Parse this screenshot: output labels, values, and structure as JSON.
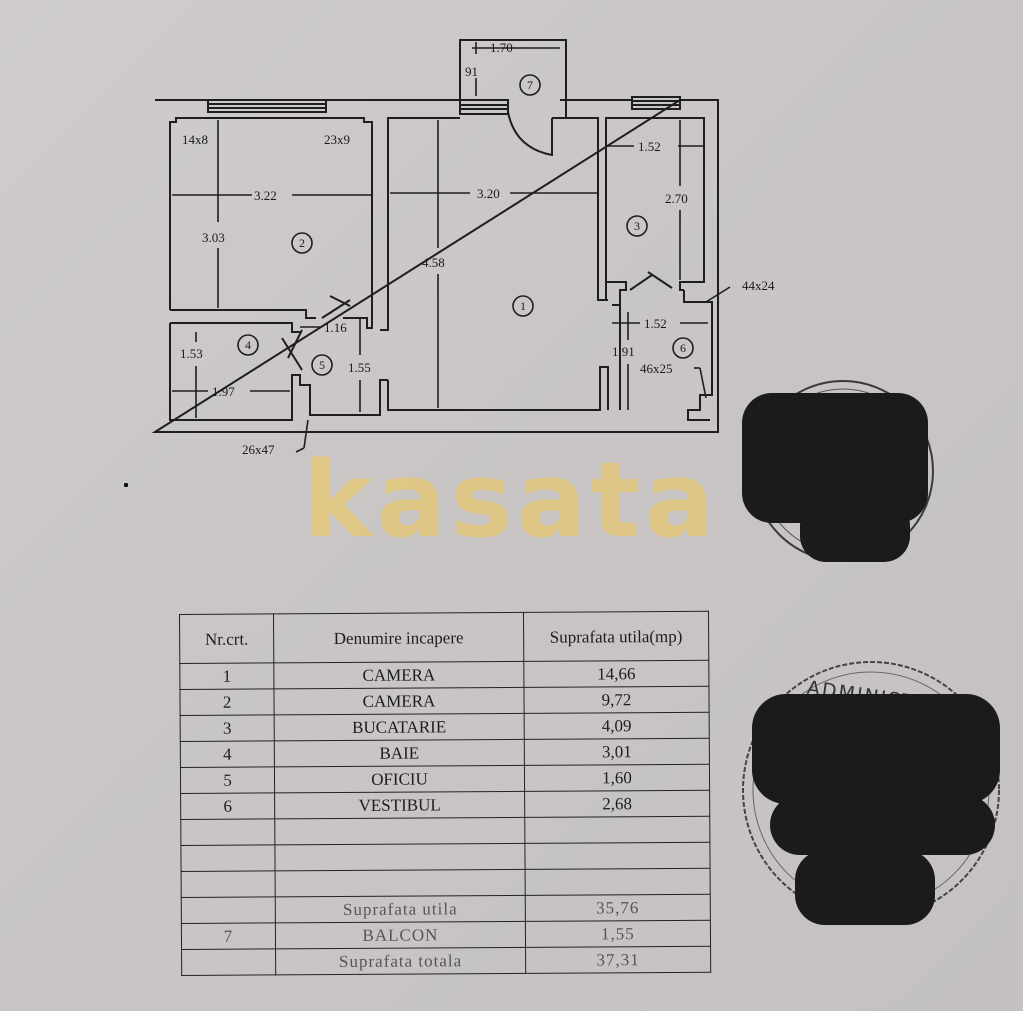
{
  "floor_plan": {
    "rooms": [
      {
        "id": "1",
        "label": "1"
      },
      {
        "id": "2",
        "label": "2"
      },
      {
        "id": "3",
        "label": "3"
      },
      {
        "id": "4",
        "label": "4"
      },
      {
        "id": "5",
        "label": "5"
      },
      {
        "id": "6",
        "label": "6"
      },
      {
        "id": "7",
        "label": "7"
      }
    ],
    "dimensions": {
      "balcony_width": "1.70",
      "balcony_depth": "91",
      "room2_width": "3.22",
      "room2_height": "3.03",
      "room1_width": "3.20",
      "room1_height": "4.58",
      "room3_width": "1.52",
      "room3_height": "2.70",
      "room4_height": "1.53",
      "room4_width": "1.97",
      "room5_width": "1.16",
      "room5_height": "1.55",
      "room6_width": "1.52",
      "room6_height": "1.91",
      "pillar_tl": "14x8",
      "pillar_tr": "23x9",
      "duct_a": "44x24",
      "duct_b": "46x25",
      "duct_c": "26x47"
    }
  },
  "watermark": "kasata",
  "stamp_text": "ADMINISTRA",
  "table": {
    "headers": [
      "Nr.crt.",
      "Denumire incapere",
      "Suprafata utila(mp)"
    ],
    "rows": [
      {
        "nr": "1",
        "name": "CAMERA",
        "area": "14,66"
      },
      {
        "nr": "2",
        "name": "CAMERA",
        "area": "9,72"
      },
      {
        "nr": "3",
        "name": "BUCATARIE",
        "area": "4,09"
      },
      {
        "nr": "4",
        "name": "BAIE",
        "area": "3,01"
      },
      {
        "nr": "5",
        "name": "OFICIU",
        "area": "1,60"
      },
      {
        "nr": "6",
        "name": "VESTIBUL",
        "area": "2,68"
      },
      {
        "nr": "",
        "name": "",
        "area": ""
      },
      {
        "nr": "",
        "name": "",
        "area": ""
      },
      {
        "nr": "",
        "name": "",
        "area": ""
      }
    ],
    "useful_area": {
      "nr": "",
      "name": "Suprafata utila",
      "area": "35,76"
    },
    "balcony": {
      "nr": "7",
      "name": "BALCON",
      "area": "1,55"
    },
    "total_area": {
      "nr": "",
      "name": "Suprafata totala",
      "area": "37,31"
    }
  }
}
